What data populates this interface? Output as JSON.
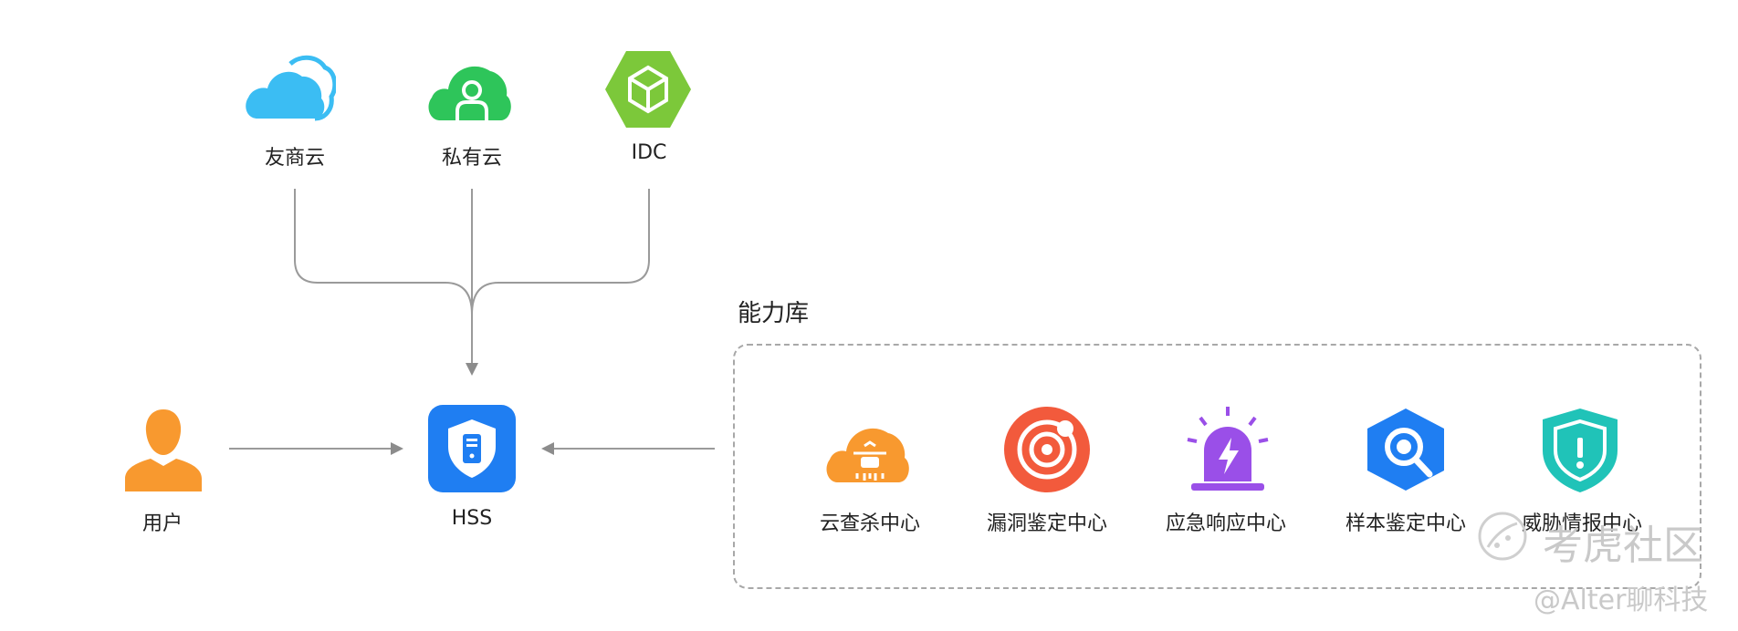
{
  "sources": [
    {
      "label": "友商云",
      "icon": "cloud-icon",
      "color": "#3bbdf3"
    },
    {
      "label": "私有云",
      "icon": "user-cloud-icon",
      "color": "#2ec55a"
    },
    {
      "label": "IDC",
      "icon": "cube-hexagon-icon",
      "color": "#7cc83a"
    }
  ],
  "user": {
    "label": "用户",
    "icon": "person-icon",
    "color": "#f8992f"
  },
  "hss": {
    "label": "HSS",
    "icon": "shield-server-icon",
    "color": "#1f7ef2"
  },
  "capability": {
    "title": "能力库",
    "items": [
      {
        "label": "云查杀中心",
        "icon": "cloud-bug-icon",
        "color": "#f8992f"
      },
      {
        "label": "漏洞鉴定中心",
        "icon": "target-icon",
        "color": "#f25a3c"
      },
      {
        "label": "应急响应中心",
        "icon": "alarm-icon",
        "color": "#9a4fe8"
      },
      {
        "label": "样本鉴定中心",
        "icon": "magnifier-hexagon-icon",
        "color": "#1f7ef2"
      },
      {
        "label": "威胁情报中心",
        "icon": "shield-alert-icon",
        "color": "#20c3b8"
      }
    ]
  },
  "watermark": {
    "brand": "考虎社区",
    "handle": "@Alter聊科技"
  }
}
